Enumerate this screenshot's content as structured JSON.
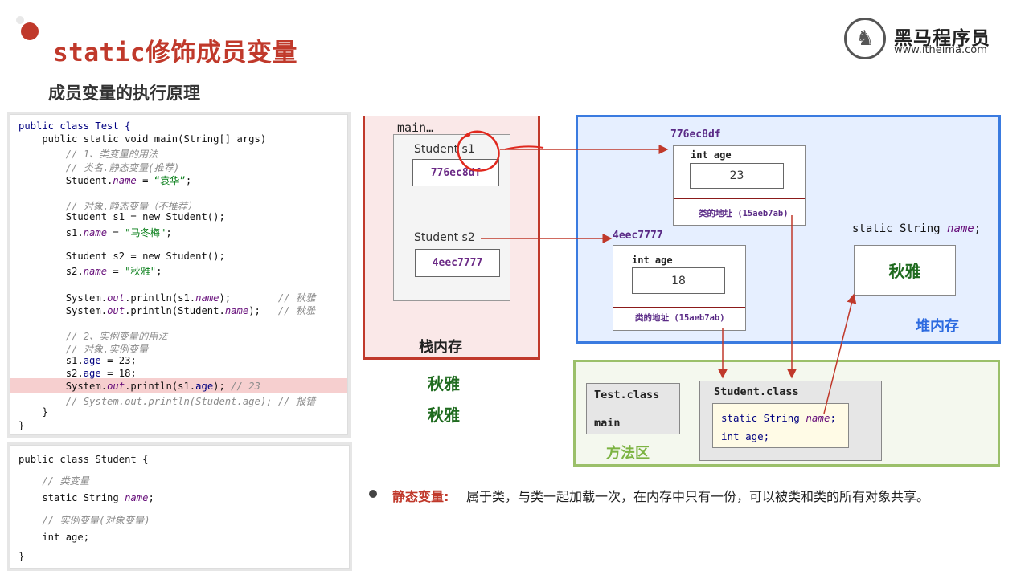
{
  "header": {
    "title": "static修饰成员变量",
    "subtitle": "成员变量的执行原理",
    "logo_name": "黑马程序员",
    "logo_url": "www.itheima.com"
  },
  "code_test": [
    [
      {
        "t": "public class Test {",
        "c": "kw"
      }
    ],
    [
      {
        "t": "    public static void main(String[] args)",
        "c": ""
      }
    ],
    [
      {
        "t": "        // 1、类变量的用法",
        "c": "com"
      }
    ],
    [
      {
        "t": "        // 类名.静态变量(推荐)",
        "c": "com"
      }
    ],
    [
      {
        "t": "        Student.",
        "c": ""
      },
      {
        "t": "name",
        "c": "fld"
      },
      {
        "t": " = ",
        "c": ""
      },
      {
        "t": "“袁华”",
        "c": "str"
      },
      {
        "t": ";",
        "c": ""
      }
    ],
    [
      {
        "t": "",
        "c": ""
      }
    ],
    [
      {
        "t": "        // 对象.静态变量（不推荐）",
        "c": "com"
      }
    ],
    [
      {
        "t": "        Student s1 = new Student();",
        "c": ""
      }
    ],
    [
      {
        "t": "        s1.",
        "c": ""
      },
      {
        "t": "name",
        "c": "fld"
      },
      {
        "t": " = ",
        "c": ""
      },
      {
        "t": "\"马冬梅\"",
        "c": "str"
      },
      {
        "t": ";",
        "c": ""
      }
    ],
    [
      {
        "t": "",
        "c": ""
      }
    ],
    [
      {
        "t": "        Student s2 = new Student();",
        "c": ""
      }
    ],
    [
      {
        "t": "        s2.",
        "c": ""
      },
      {
        "t": "name",
        "c": "fld"
      },
      {
        "t": " = ",
        "c": ""
      },
      {
        "t": "\"秋雅\"",
        "c": "str"
      },
      {
        "t": ";",
        "c": ""
      }
    ],
    [
      {
        "t": "",
        "c": ""
      }
    ],
    [
      {
        "t": "        System.",
        "c": ""
      },
      {
        "t": "out",
        "c": "fld"
      },
      {
        "t": ".println(s1.",
        "c": ""
      },
      {
        "t": "name",
        "c": "fld"
      },
      {
        "t": ");        ",
        "c": ""
      },
      {
        "t": "// 秋雅",
        "c": "com"
      }
    ],
    [
      {
        "t": "        System.",
        "c": ""
      },
      {
        "t": "out",
        "c": "fld"
      },
      {
        "t": ".println(Student.",
        "c": ""
      },
      {
        "t": "name",
        "c": "fld"
      },
      {
        "t": ");   ",
        "c": ""
      },
      {
        "t": "// 秋雅",
        "c": "com"
      }
    ],
    [
      {
        "t": "",
        "c": ""
      }
    ],
    [
      {
        "t": "        // 2、实例变量的用法",
        "c": "com"
      }
    ],
    [
      {
        "t": "        // 对象.实例变量",
        "c": "com"
      }
    ],
    [
      {
        "t": "        s1.",
        "c": ""
      },
      {
        "t": "age",
        "c": "kw"
      },
      {
        "t": " = 23;",
        "c": ""
      }
    ],
    [
      {
        "t": "        s2.",
        "c": ""
      },
      {
        "t": "age",
        "c": "kw"
      },
      {
        "t": " = 18;",
        "c": ""
      }
    ],
    [
      {
        "t": "        System.",
        "c": ""
      },
      {
        "t": "out",
        "c": "fld"
      },
      {
        "t": ".println(s1.",
        "c": ""
      },
      {
        "t": "age",
        "c": "kw"
      },
      {
        "t": "); ",
        "c": ""
      },
      {
        "t": "// 23",
        "c": "com"
      }
    ],
    [
      {
        "t": "        // System.out.println(Student.age); // 报错",
        "c": "com"
      }
    ],
    [
      {
        "t": "    }",
        "c": ""
      }
    ],
    [
      {
        "t": "}",
        "c": ""
      }
    ]
  ],
  "code_student": [
    [
      {
        "t": "public class Student {",
        "c": ""
      }
    ],
    [
      {
        "t": "    // 类变量",
        "c": "com"
      }
    ],
    [
      {
        "t": "    static String ",
        "c": ""
      },
      {
        "t": "name",
        "c": "fld"
      },
      {
        "t": ";",
        "c": ""
      }
    ],
    [
      {
        "t": "    // 实例变量(对象变量)",
        "c": "com"
      }
    ],
    [
      {
        "t": "    int age;",
        "c": ""
      }
    ],
    [
      {
        "t": "}",
        "c": ""
      }
    ]
  ],
  "stack": {
    "frame_label": "main…",
    "s1_label": "Student  s1",
    "s1_addr": "776ec8df",
    "s2_label": "Student  s2",
    "s2_addr": "4eec7777",
    "region_label": "栈内存",
    "output1": "秋雅",
    "output2": "秋雅"
  },
  "heap": {
    "obj1_addr": "776ec8df",
    "obj1_field": "int age",
    "obj1_value": "23",
    "obj1_class_ref": "类的地址 (15aeb7ab)",
    "obj2_addr": "4eec7777",
    "obj2_field": "int age",
    "obj2_value": "18",
    "obj2_class_ref": "类的地址 (15aeb7ab)",
    "static_decl": "static String",
    "static_name": "name",
    "static_semicolon": ";",
    "static_value": "秋雅",
    "region_label": "堆内存"
  },
  "method_area": {
    "test_class": "Test.class",
    "test_main": "main",
    "student_class": "Student.class",
    "static_line": "static String",
    "static_field": "name",
    "static_semicolon": ";",
    "int_line": "int age;",
    "region_label": "方法区"
  },
  "note": {
    "key": "静态变量:",
    "text": "属于类，与类一起加载一次，在内存中只有一份，可以被类和类的所有对象共享。"
  },
  "colors": {
    "accent_red": "#c0392b",
    "heap_blue": "#3a7be0",
    "method_green": "#9bc06a",
    "addr_purple": "#6b2a86"
  }
}
